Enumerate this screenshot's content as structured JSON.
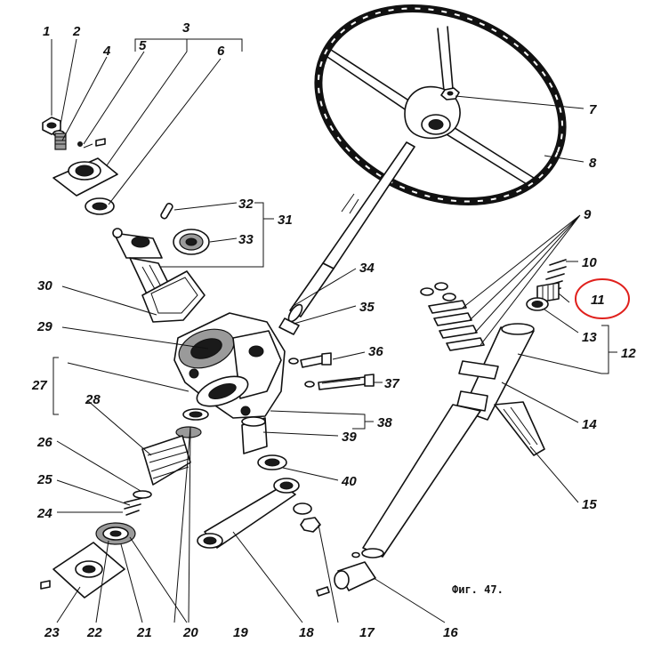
{
  "figure": {
    "caption": "Фиг. 47.",
    "highlighted": "11",
    "highlight_color": "#e0201c"
  },
  "labels": [
    "1",
    "2",
    "3",
    "4",
    "5",
    "6",
    "7",
    "8",
    "9",
    "10",
    "11",
    "12",
    "13",
    "14",
    "15",
    "16",
    "17",
    "18",
    "19",
    "20",
    "21",
    "22",
    "23",
    "24",
    "25",
    "26",
    "27",
    "28",
    "29",
    "30",
    "31",
    "32",
    "33",
    "34",
    "35",
    "36",
    "37",
    "38",
    "39",
    "40"
  ]
}
